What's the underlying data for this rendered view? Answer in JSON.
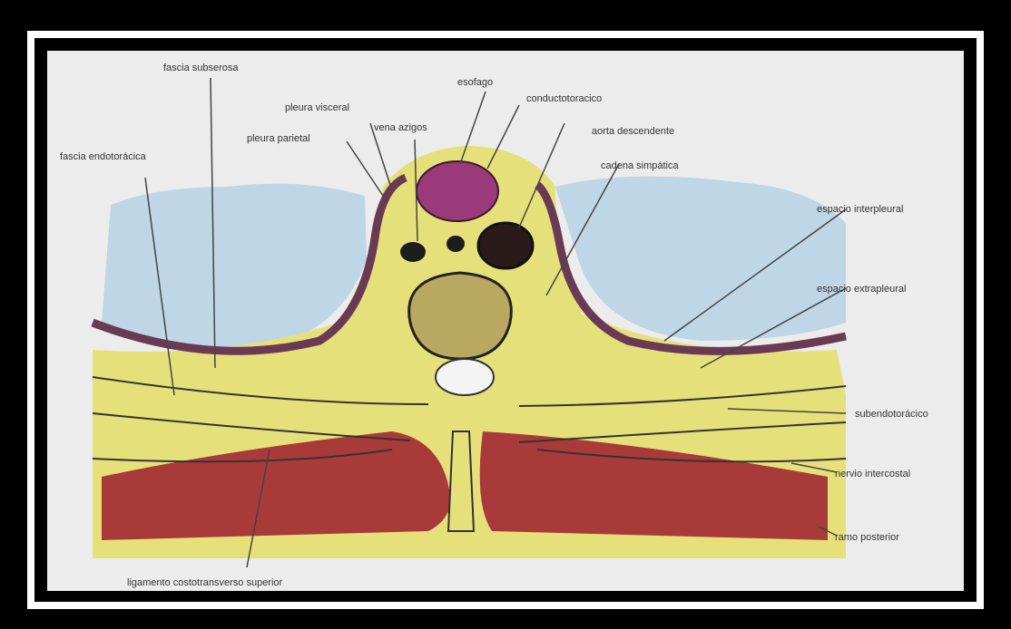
{
  "labels": {
    "fascia_subserosa": "fascia subserosa",
    "esofago": "esofago",
    "conducto_toracico": "conductotoracico",
    "pleura_visceral": "pleura visceral",
    "vena_azigos": "vena azigos",
    "pleura_parietal": "pleura parietal",
    "aorta_descendente": "aorta descendente",
    "fascia_endotoracica": "fascia endotorácica",
    "cadena_simpatica": "cadena simpática",
    "espacio_interpleural": "espacio interpleural",
    "espacio_extrapleural": "espacio extrapleural",
    "subendotoracico": "subendotorácico",
    "nervio_intercostal": "nervio intercostal",
    "ramo_posterior": "ramo posterior",
    "ligamento": "ligamento costotransverso superior"
  },
  "colors": {
    "lung": "#b9d4e6",
    "fat": "#e6e07a",
    "muscle": "#a83a3a",
    "pleura": "#6a3a55",
    "esophagus": "#9a3a7a",
    "background": "#ececec"
  }
}
